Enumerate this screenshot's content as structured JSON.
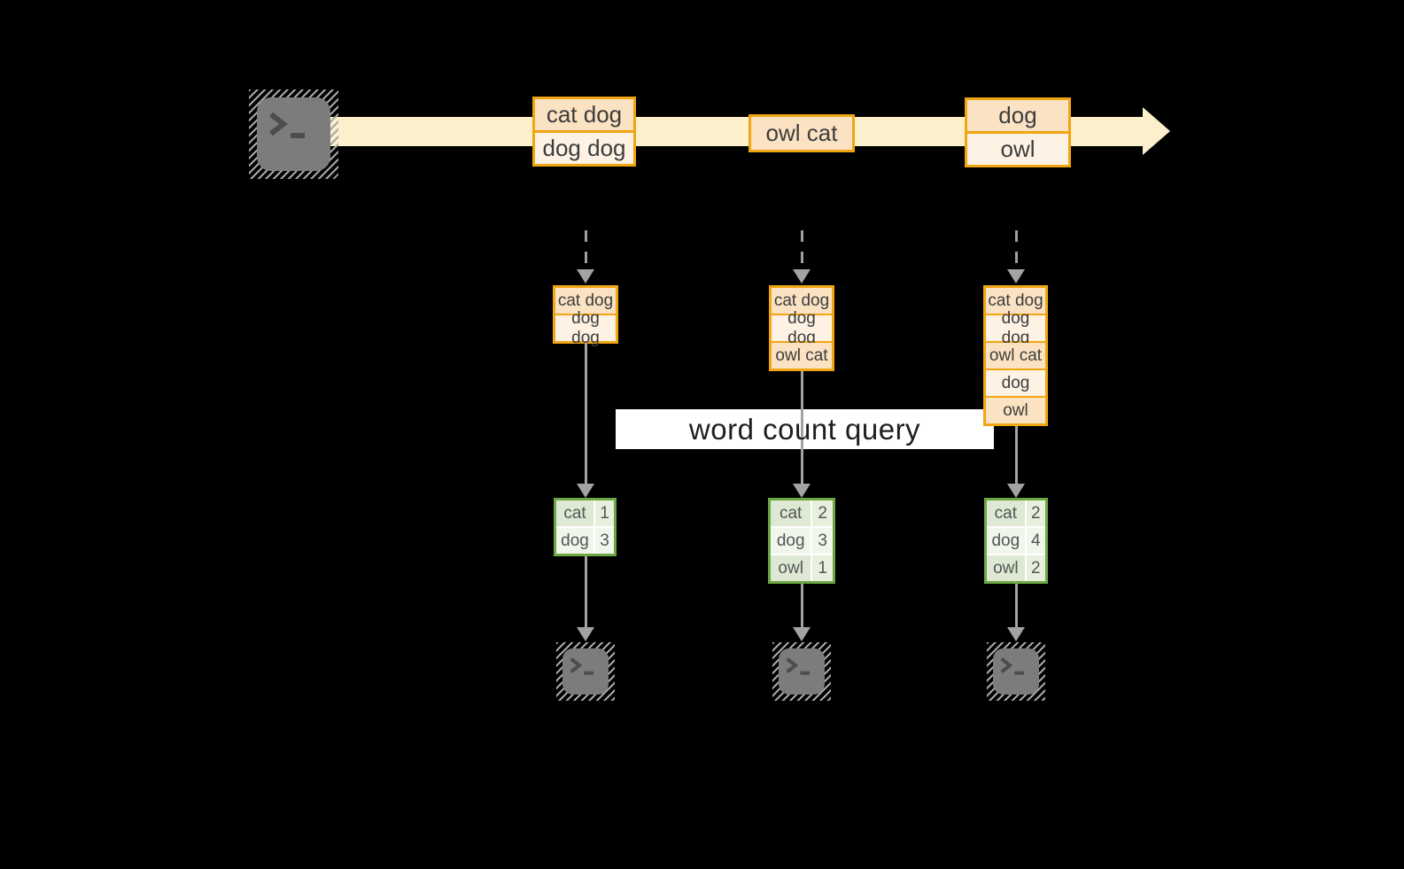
{
  "diagram": {
    "banner": {
      "label": "word count query"
    },
    "stream_batches": [
      {
        "lines": [
          "cat dog",
          "dog dog"
        ]
      },
      {
        "lines": [
          "owl cat"
        ]
      },
      {
        "lines": [
          "dog",
          "owl"
        ]
      }
    ],
    "columns": [
      {
        "accumulated": [
          "cat dog",
          "dog dog"
        ],
        "counts": [
          {
            "word": "cat",
            "value": "1"
          },
          {
            "word": "dog",
            "value": "3"
          }
        ]
      },
      {
        "accumulated": [
          "cat dog",
          "dog dog",
          "owl cat"
        ],
        "counts": [
          {
            "word": "cat",
            "value": "2"
          },
          {
            "word": "dog",
            "value": "3"
          },
          {
            "word": "owl",
            "value": "1"
          }
        ]
      },
      {
        "accumulated": [
          "cat dog",
          "dog dog",
          "owl cat",
          "dog",
          "owl"
        ],
        "counts": [
          {
            "word": "cat",
            "value": "2"
          },
          {
            "word": "dog",
            "value": "4"
          },
          {
            "word": "owl",
            "value": "2"
          }
        ]
      }
    ],
    "icons": {
      "source": "terminal-icon",
      "sinks": [
        "terminal-icon",
        "terminal-icon",
        "terminal-icon"
      ]
    },
    "colors": {
      "background": "#000000",
      "stream_band": "#fbf0cb",
      "batch_border": "#f1a512",
      "batch_fill_peach": "#fbe2c3",
      "batch_fill_cream": "#fdf2e3",
      "table_border": "#6ca645",
      "table_fill_green": "#dde9d2",
      "table_fill_light": "#f1f6ec",
      "arrow_gray": "#a3a3a3",
      "terminal_gray": "#7c7c7c",
      "banner_bg": "#ffffff",
      "banner_text": "#1f1f1f"
    }
  }
}
